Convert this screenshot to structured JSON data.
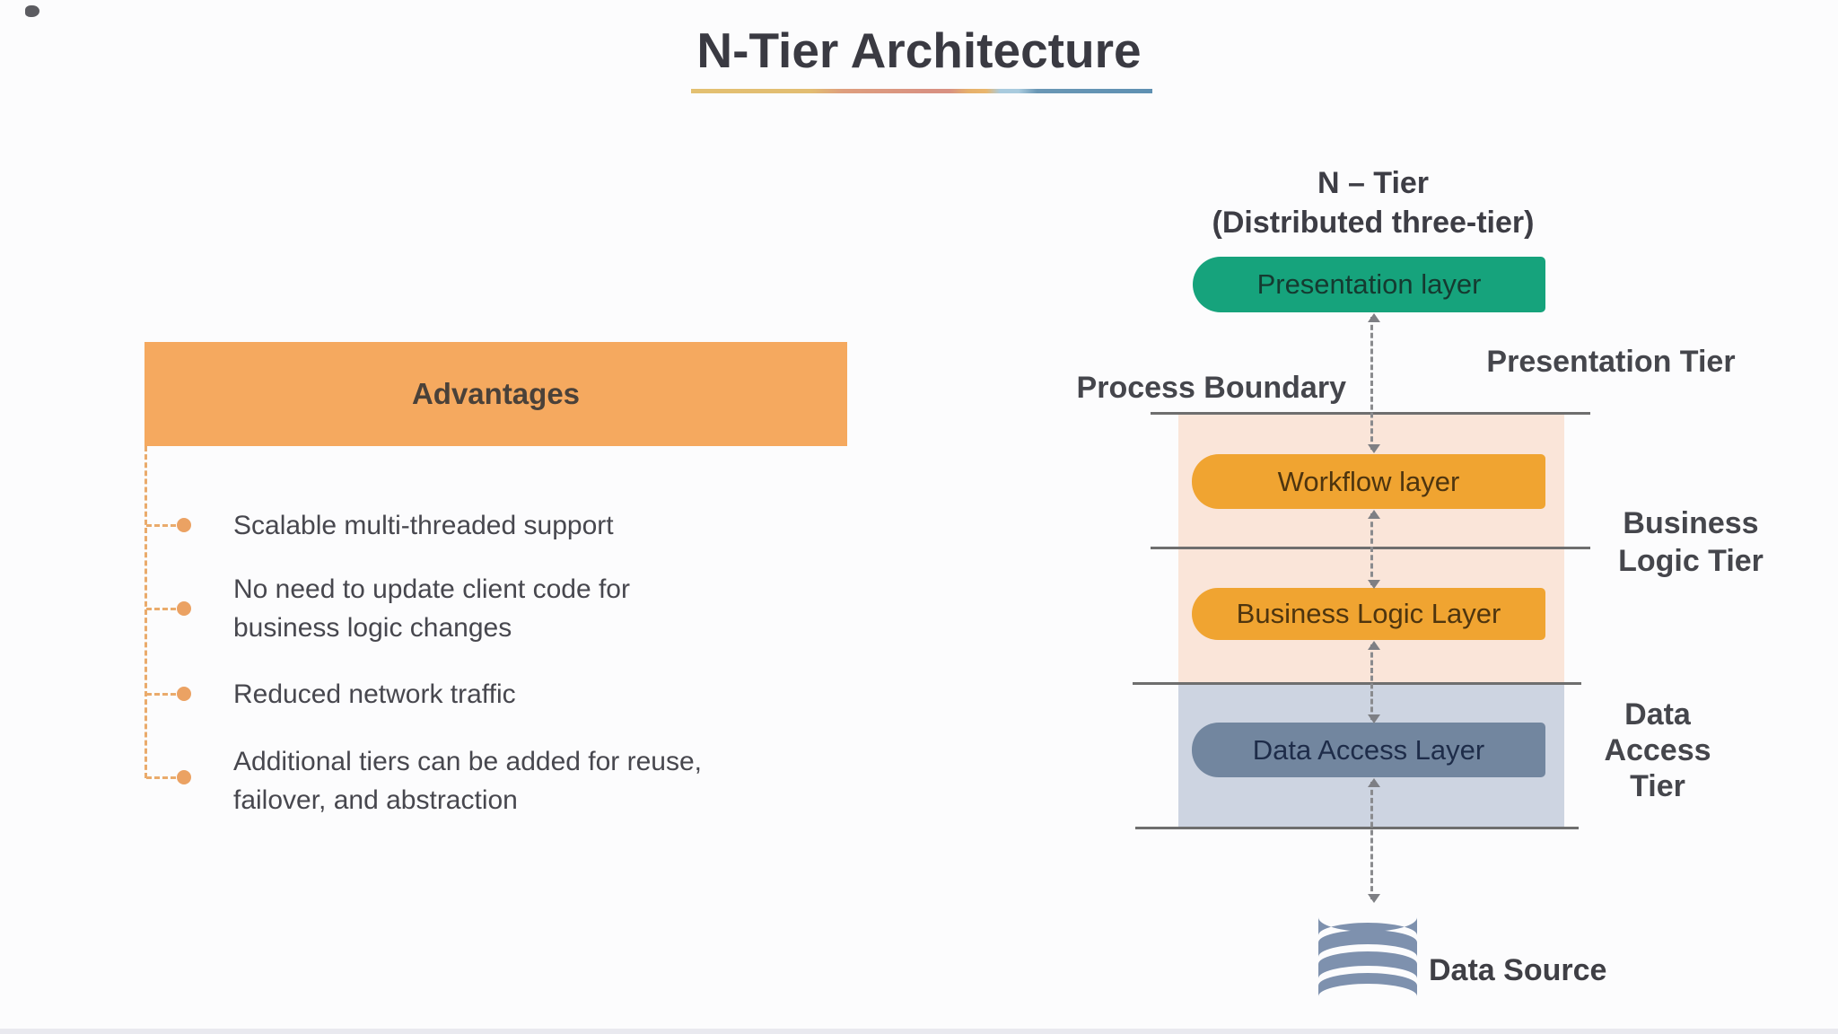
{
  "title": {
    "text": "N-Tier Architecture"
  },
  "advantages": {
    "header": "Advantages",
    "items": [
      {
        "lines": [
          "Scalable multi-threaded support"
        ]
      },
      {
        "lines": [
          "No need to update client code for",
          "business logic changes"
        ]
      },
      {
        "lines": [
          "Reduced network traffic"
        ]
      },
      {
        "lines": [
          "Additional tiers can be added for reuse,",
          "failover, and abstraction"
        ]
      }
    ]
  },
  "diagram": {
    "heading": {
      "line1": "N – Tier",
      "line2": "(Distributed three-tier)"
    },
    "layers": [
      {
        "label": "Presentation layer",
        "color": "#16a37c"
      },
      {
        "label": "Workflow layer",
        "color": "#f0a431"
      },
      {
        "label": "Business Logic Layer",
        "color": "#f0a431"
      },
      {
        "label": "Data Access Layer",
        "color": "#72869f"
      }
    ],
    "labels": {
      "process_boundary": "Process Boundary",
      "presentation_tier": "Presentation Tier",
      "business_logic_tier": {
        "lines": [
          "Business",
          "Logic Tier"
        ]
      },
      "data_access_tier": {
        "lines": [
          "Data",
          "Access",
          "Tier"
        ]
      },
      "data_source": "Data Source"
    },
    "icons": {
      "data_source": "database-icon"
    }
  },
  "colors": {
    "advantages_header": "#f5a95f",
    "bullet_accent": "#eba263",
    "presentation_layer": "#16a37c",
    "business_layers": "#f0a431",
    "data_access_layer": "#72869f",
    "peach_panel": "#fae5d9",
    "blue_panel": "#cdd4e1",
    "database_icon": "#7e91ae",
    "boundary_line": "#6e6e6e",
    "text_dark": "#3d3d45"
  }
}
